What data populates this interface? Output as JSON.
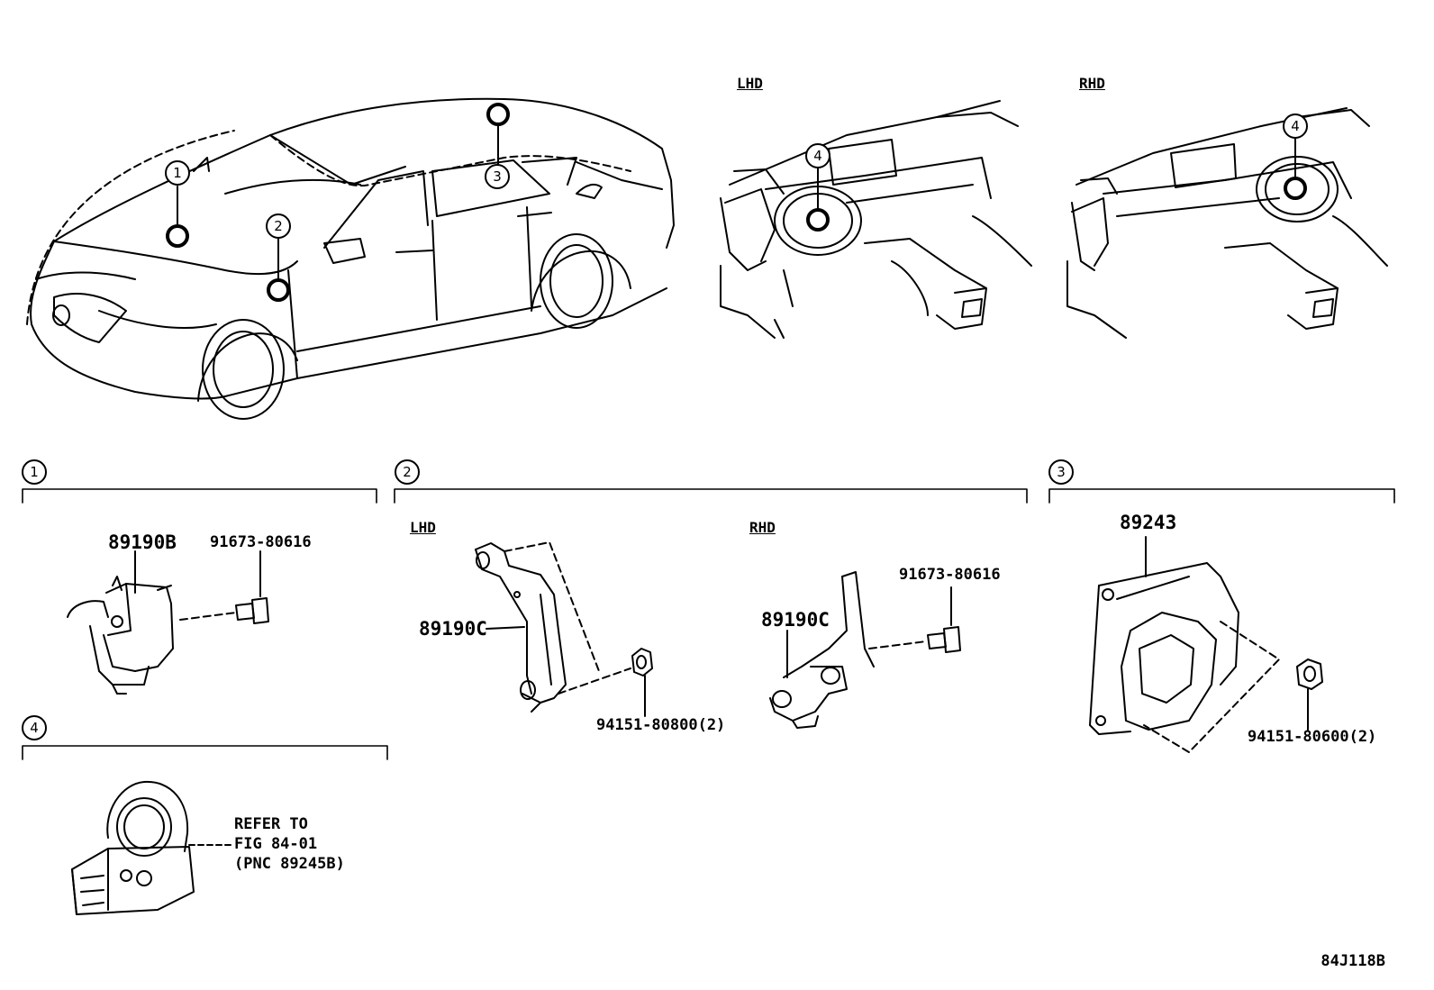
{
  "callouts": [
    "1",
    "2",
    "3",
    "4"
  ],
  "views": {
    "lhd": "LHD",
    "rhd": "RHD"
  },
  "section1": {
    "part_sensor": "89190B",
    "part_bolt": "91673-80616"
  },
  "section2": {
    "lhd_label": "LHD",
    "rhd_label": "RHD",
    "lhd_part": "89190C",
    "lhd_nut": "94151-80800(2)",
    "rhd_part": "89190C",
    "rhd_bolt": "91673-80616"
  },
  "section3": {
    "part_ecu": "89243",
    "part_nut": "94151-80600(2)"
  },
  "section4": {
    "note_line1": "REFER TO",
    "note_line2": "FIG 84-01",
    "note_line3": "(PNC 89245B)"
  },
  "figure_code": "84J118B"
}
